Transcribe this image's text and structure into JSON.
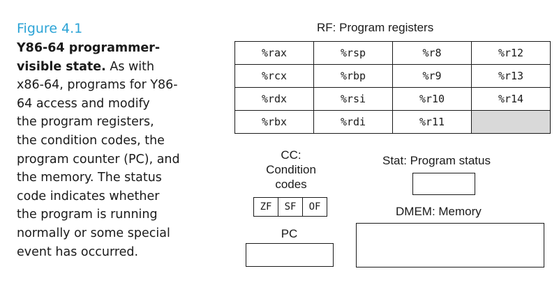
{
  "caption": {
    "figure_number": "Figure 4.1",
    "bold_lines": [
      "Y86-64 programmer-",
      "visible state."
    ],
    "rest_of_line2": " As with",
    "lines": [
      "x86-64, programs for Y86-",
      "64 access and modify",
      "the program registers,",
      "the condition codes, the",
      "program counter (PC), and",
      "the memory. The status",
      "code indicates whether",
      "the program is running",
      "normally or some special",
      "event has occurred."
    ]
  },
  "register_file": {
    "title": "RF: Program registers",
    "rows": [
      [
        "%rax",
        "%rsp",
        "%r8",
        "%r12"
      ],
      [
        "%rcx",
        "%rbp",
        "%r9",
        "%r13"
      ],
      [
        "%rdx",
        "%rsi",
        "%r10",
        "%r14"
      ],
      [
        "%rbx",
        "%rdi",
        "%r11",
        ""
      ]
    ],
    "empty_cell_color": "#d9d9d9"
  },
  "condition_codes": {
    "title_lines": [
      "CC:",
      "Condition",
      "codes"
    ],
    "flags": [
      "ZF",
      "SF",
      "OF"
    ]
  },
  "program_counter": {
    "title": "PC"
  },
  "status": {
    "title": "Stat: Program status"
  },
  "memory": {
    "title": "DMEM: Memory"
  },
  "colors": {
    "figure_number": "#2ba3d6",
    "text": "#1a1a1a"
  }
}
